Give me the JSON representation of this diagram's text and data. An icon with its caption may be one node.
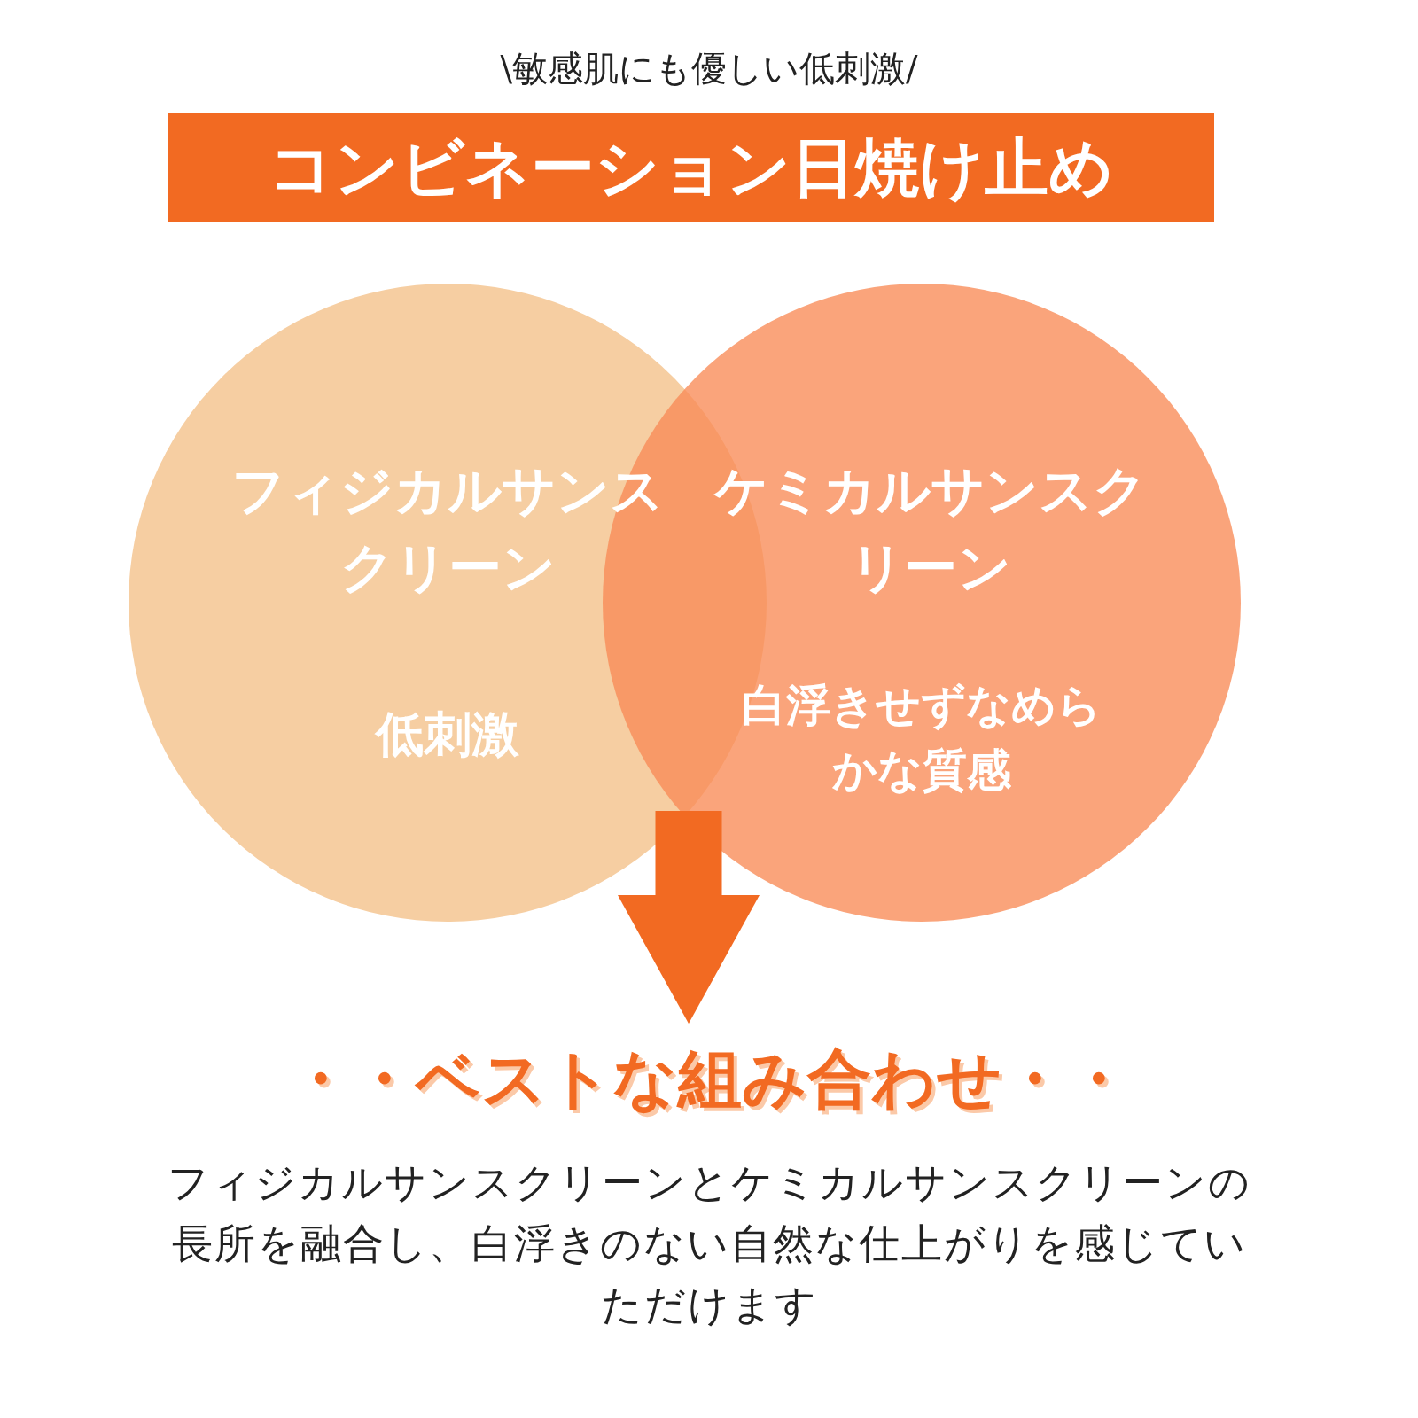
{
  "diagram": {
    "title": "コンビネーション日焼け止め",
    "caption": "フィジカルサンスクリーンとケミカルサンスクリーンの長所を融合し、白浮きのない自然な仕上がりを感じていただけます",
    "nodes": [
      {
        "text": [
          "フィジカルサンスクリーン",
          "低刺激"
        ]
      },
      {
        "text": [
          "ケミカルサンスクリーン",
          "白浮きせずなめらかな質感"
        ]
      },
      {
        "text": [
          "・・ベストな組み合わせ・・"
        ]
      }
    ],
    "edges": [
      {
        "from": 0,
        "to": 2,
        "arrow": "to"
      },
      {
        "from": 1,
        "to": 2,
        "arrow": "to"
      }
    ],
    "labels": [
      "\\敏感肌にも優しい低刺激/"
    ]
  }
}
